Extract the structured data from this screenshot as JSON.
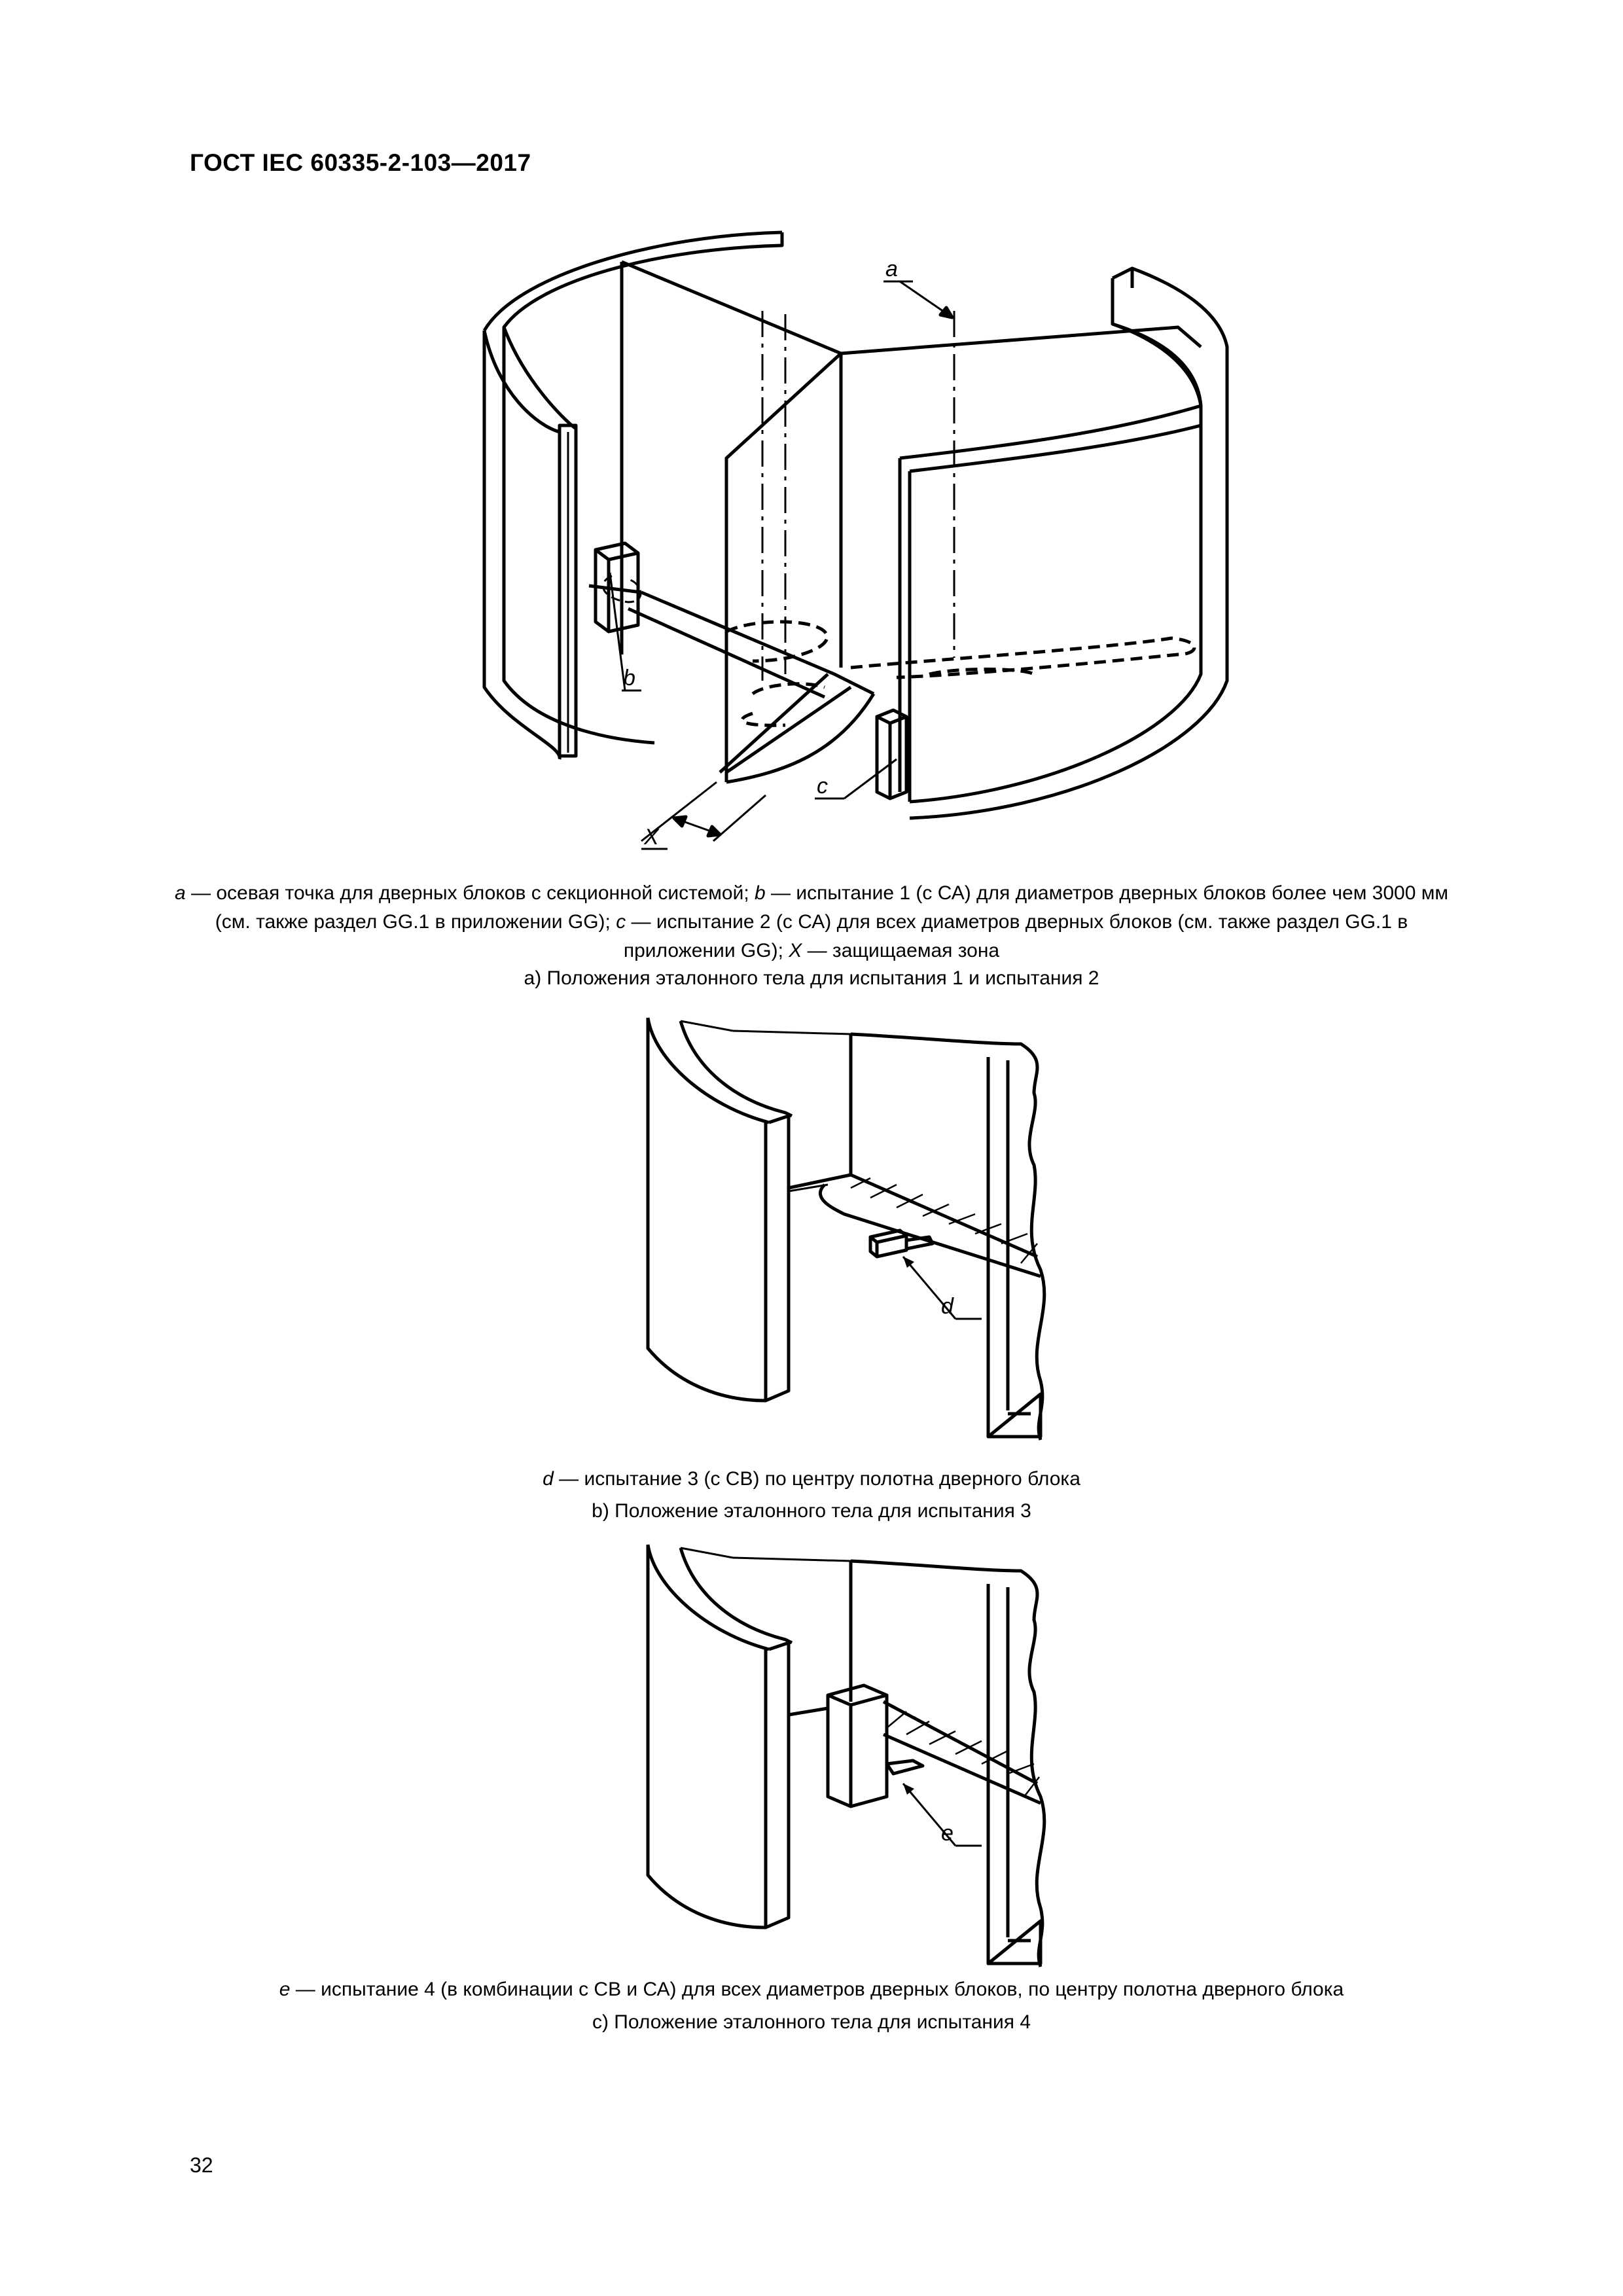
{
  "header": {
    "standard": "ГОСТ IEC 60335-2-103—2017"
  },
  "figure_a": {
    "labels": {
      "a": "a",
      "b": "b",
      "c": "c",
      "x": "X"
    },
    "legend": {
      "a_key": "a",
      "a_text": " — осевая точка для дверных блоков с секционной системой; ",
      "b_key": "b",
      "b_text": " — испытание 1 (с СА) для диаметров дверных блоков более чем 3000 мм (см. также раздел GG.1 в приложении GG);  ",
      "c_key": "c",
      "c_text": " — испытание 2 (с СА) для всех диаметров дверных блоков (см. также раздел GG.1 в приложении GG); ",
      "x_key": "X",
      "x_text": " — защищаемая зона"
    },
    "subcaption": "а) Положения эталонного тела для испытания 1 и испытания 2"
  },
  "figure_b": {
    "labels": {
      "d": "d"
    },
    "legend": {
      "d_key": "d",
      "d_text": " — испытание 3 (с СВ) по центру полотна дверного блока"
    },
    "subcaption": "b) Положение эталонного тела для испытания 3"
  },
  "figure_c": {
    "labels": {
      "e": "e"
    },
    "legend": {
      "e_key": "e",
      "e_text": " — испытание 4 (в комбинации с СВ и СА) для всех диаметров дверных блоков, по центру полотна дверного блока"
    },
    "subcaption": "c) Положение эталонного тела для испытания 4"
  },
  "page_number": "32"
}
